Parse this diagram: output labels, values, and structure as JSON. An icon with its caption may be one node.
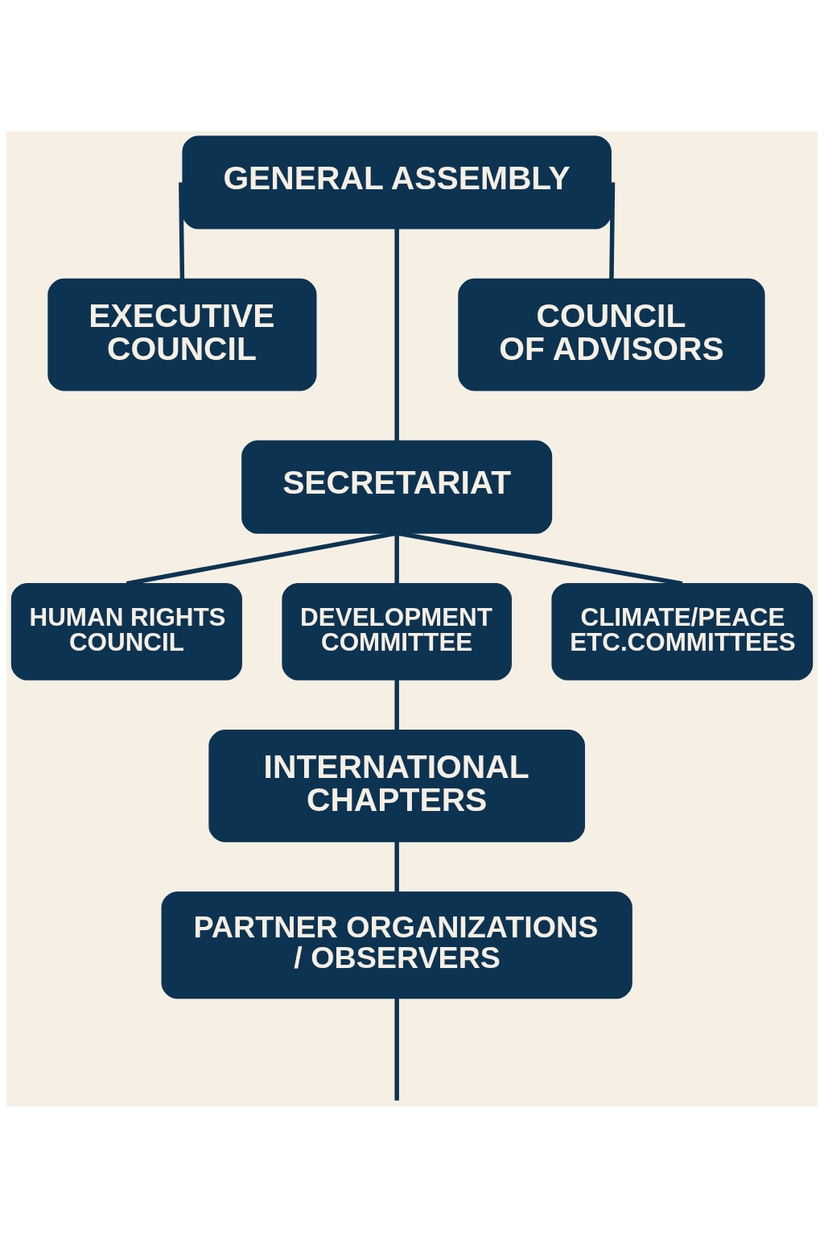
{
  "diagram": {
    "nodes": [
      {
        "text": [
          "GENERAL ASSEMBLY"
        ]
      },
      {
        "text": [
          "EXECUTIVE COUNCIL"
        ]
      },
      {
        "text": [
          "COUNCIL OF ADVISORS"
        ]
      },
      {
        "text": [
          "SECRETARIAT"
        ]
      },
      {
        "text": [
          "HUMAN RIGHTS COUNCIL"
        ]
      },
      {
        "text": [
          "DEVELOPMENT COMMITTEE"
        ]
      },
      {
        "text": [
          "CLIMATE/PEACE ETC.COMMITTEES"
        ]
      },
      {
        "text": [
          "INTERNATIONAL CHAPTERS"
        ]
      },
      {
        "text": [
          "PARTNER ORGANIZATIONS / OBSERVERS"
        ]
      }
    ],
    "edges": [
      {
        "from": 0,
        "to": 1,
        "arrow": "none"
      },
      {
        "from": 0,
        "to": 2,
        "arrow": "none"
      },
      {
        "from": 0,
        "to": 3,
        "arrow": "none"
      },
      {
        "from": 3,
        "to": 4,
        "arrow": "none"
      },
      {
        "from": 3,
        "to": 5,
        "arrow": "none"
      },
      {
        "from": 3,
        "to": 6,
        "arrow": "none"
      },
      {
        "from": 5,
        "to": 7,
        "arrow": "none"
      },
      {
        "from": 7,
        "to": 8,
        "arrow": "none"
      },
      {
        "from": 8,
        "to": null,
        "arrow": "none"
      }
    ]
  }
}
